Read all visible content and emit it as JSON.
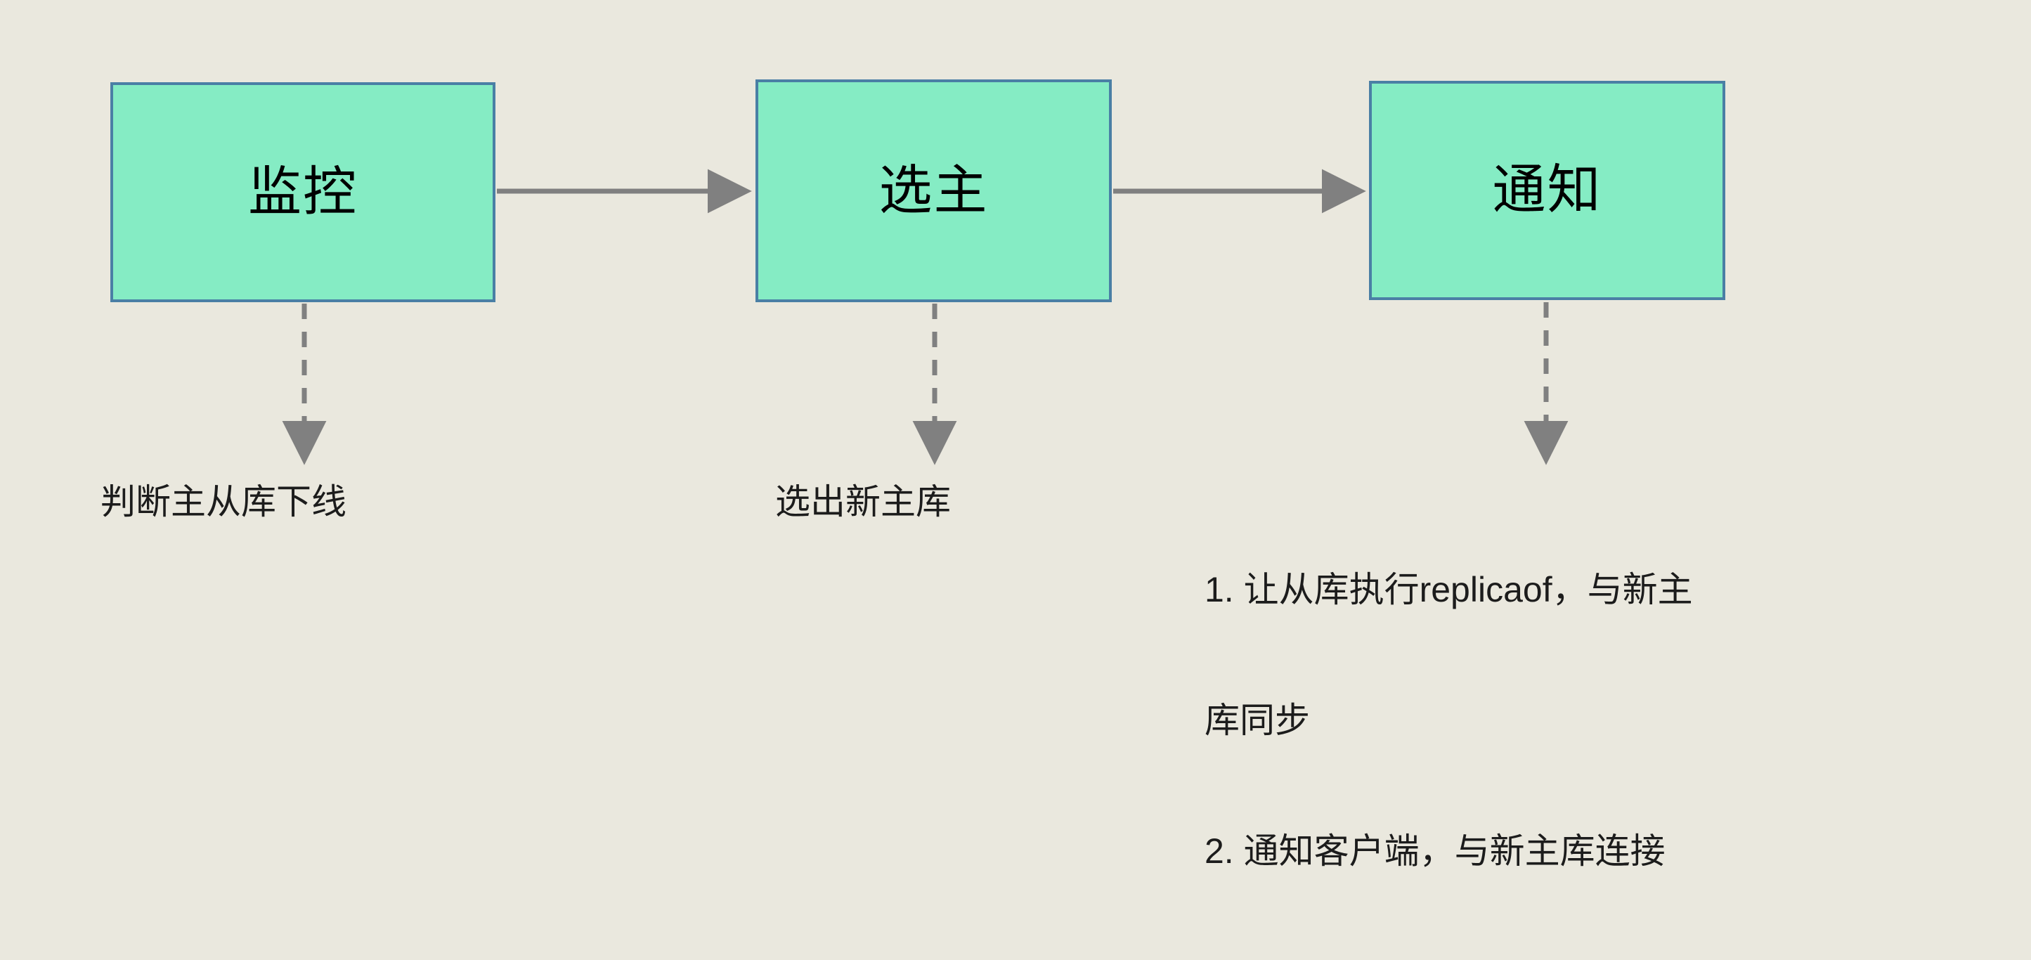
{
  "diagram": {
    "title": "Redis Sentinel failover process flow",
    "background_color": "#eae8de",
    "box_fill_color": "#85ecc4",
    "box_border_color": "#4a7fa5",
    "connector_color": "#808080",
    "text_color": "#1c1c1c",
    "nodes": [
      {
        "id": "monitor",
        "label": "监控",
        "caption": "判断主从库下线"
      },
      {
        "id": "elect",
        "label": "选主",
        "caption": "选出新主库"
      },
      {
        "id": "notify",
        "label": "通知",
        "caption_lines": [
          "1. 让从库执行replicaof，与新主",
          "库同步",
          "2. 通知客户端，与新主库连接"
        ]
      }
    ],
    "connectors": [
      {
        "id": "monitor-to-elect",
        "style": "solid",
        "direction": "right"
      },
      {
        "id": "elect-to-notify",
        "style": "solid",
        "direction": "right"
      },
      {
        "id": "monitor-to-caption",
        "style": "dashed",
        "direction": "down"
      },
      {
        "id": "elect-to-caption",
        "style": "dashed",
        "direction": "down"
      },
      {
        "id": "notify-to-caption",
        "style": "dashed",
        "direction": "down"
      }
    ]
  }
}
